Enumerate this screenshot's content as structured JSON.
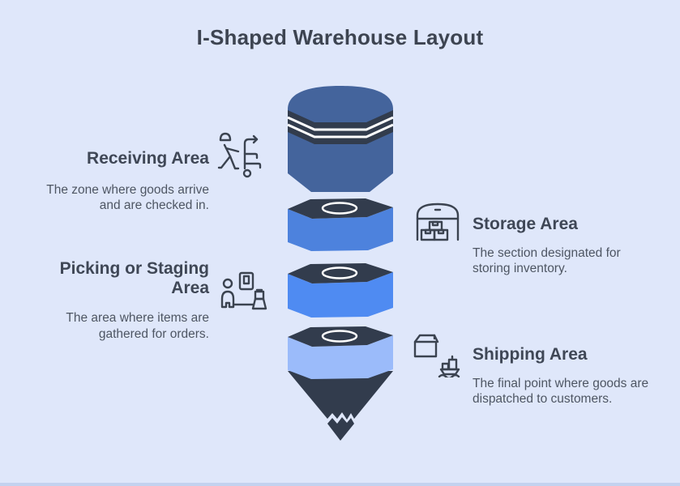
{
  "title": "I-Shaped Warehouse Layout",
  "colors": {
    "background": "#dfe7fa",
    "heading_text": "#3f4756",
    "body_text": "#4e5663",
    "dark_slate": "#323c4d",
    "footer_strip": "#c3d2ef"
  },
  "sections": {
    "receiving": {
      "heading": "Receiving Area",
      "description": "The zone where goods arrive and are checked in.",
      "icon": "worker-hand-truck-icon"
    },
    "storage": {
      "heading": "Storage Area",
      "description": "The section designated for storing inventory.",
      "icon": "warehouse-building-icon"
    },
    "picking": {
      "heading": "Picking or Staging Area",
      "description": "The area where items are gathered for orders.",
      "icon": "picking-station-icon"
    },
    "shipping": {
      "heading": "Shipping Area",
      "description": "The final point where goods are dispatched to customers.",
      "icon": "package-ship-icon"
    }
  },
  "funnel": {
    "segments": [
      {
        "name": "receiving-barrel",
        "color": "#44649c",
        "band_color": "#323c4d"
      },
      {
        "name": "storage-block",
        "color": "#4d82dd",
        "top_color": "#323c4d"
      },
      {
        "name": "picking-block",
        "color": "#4f8bf2",
        "top_color": "#323c4d"
      },
      {
        "name": "shipping-block",
        "color": "#9bbbfa",
        "top_color": "#323c4d"
      },
      {
        "name": "funnel-tip",
        "color": "#323c4d"
      }
    ],
    "separator_line_color": "#ffffff"
  }
}
